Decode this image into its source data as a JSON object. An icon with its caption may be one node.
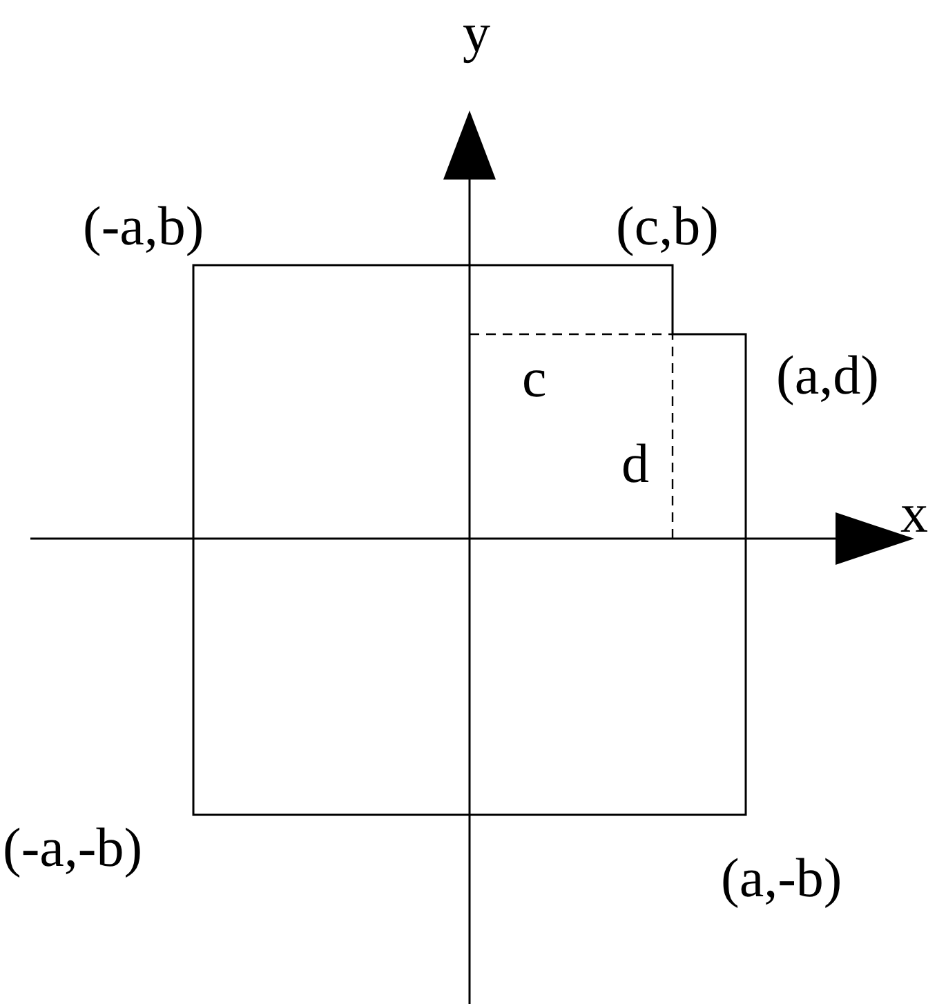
{
  "diagram": {
    "labels": [
      "y",
      "(-a,b)",
      "(c,b)",
      "(a,d)",
      "c",
      "d",
      "x",
      "(-a,-b)",
      "(a,-b)"
    ]
  }
}
